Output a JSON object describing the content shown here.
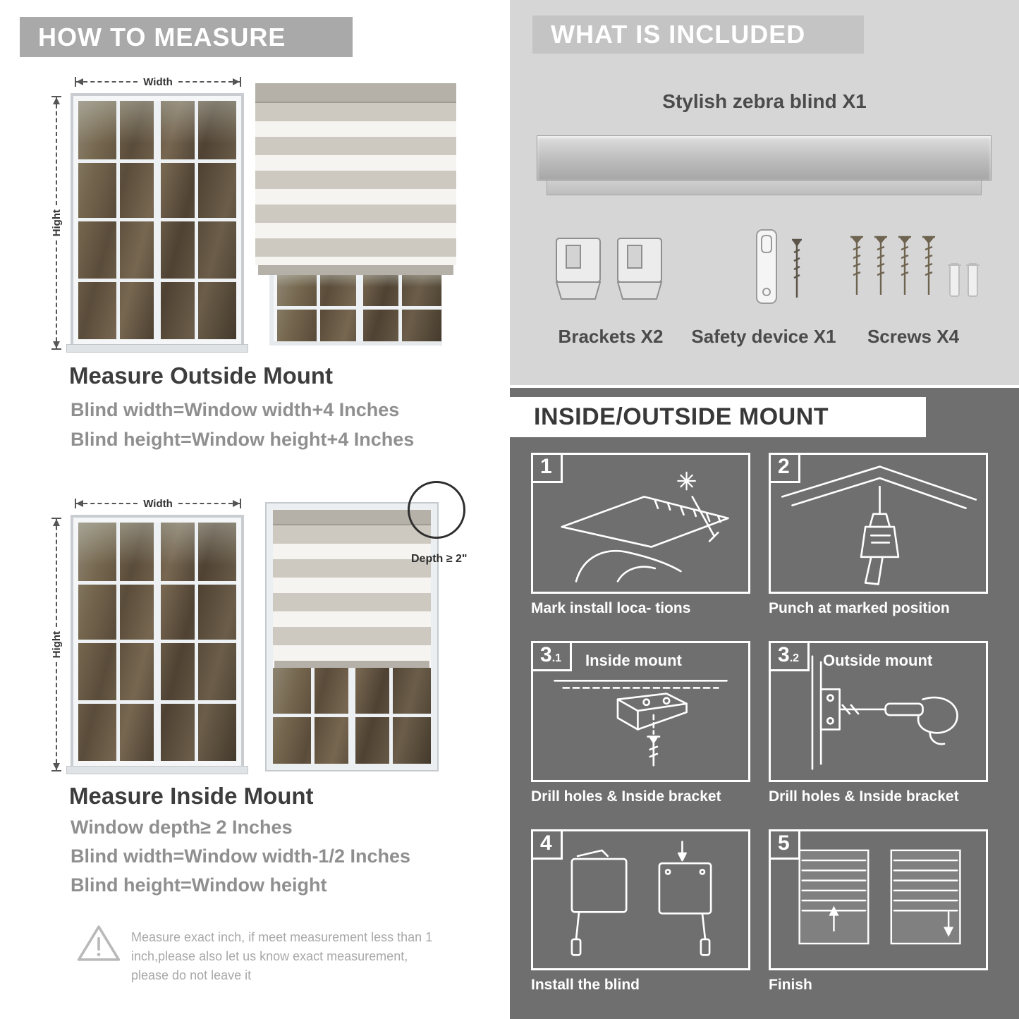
{
  "left": {
    "banner": "HOW TO MEASURE",
    "outside": {
      "width_label": "Width",
      "height_label": "Hight",
      "heading": "Measure Outside Mount",
      "lines": [
        "Blind width=Window width+4 Inches",
        "Blind height=Window height+4 Inches"
      ]
    },
    "inside": {
      "width_label": "Width",
      "height_label": "Hight",
      "depth_callout": "Depth ≥ 2\"",
      "heading": "Measure Inside Mount",
      "lines": [
        "Window depth≥ 2 Inches",
        "Blind width=Window width-1/2 Inches",
        "Blind height=Window height"
      ]
    },
    "warning": {
      "text": "Measure exact inch, if meet measurement less than 1 inch,please also let us know exact measurement, please do not leave it"
    }
  },
  "right": {
    "included": {
      "banner": "WHAT IS INCLUDED",
      "product_label": "Stylish zebra blind X1",
      "items": [
        {
          "label": "Brackets X2"
        },
        {
          "label": "Safety device X1"
        },
        {
          "label": "Screws X4"
        }
      ]
    },
    "mount": {
      "banner": "INSIDE/OUTSIDE MOUNT",
      "steps": [
        {
          "num": "1",
          "sub": "",
          "title": "",
          "caption": "Mark install loca- tions"
        },
        {
          "num": "2",
          "sub": "",
          "title": "",
          "caption": "Punch at  marked position"
        },
        {
          "num": "3",
          "sub": ".1",
          "title": "Inside mount",
          "caption": "Drill holes &  Inside bracket"
        },
        {
          "num": "3",
          "sub": ".2",
          "title": "Outside mount",
          "caption": "Drill holes &  Inside bracket"
        },
        {
          "num": "4",
          "sub": "",
          "title": "",
          "caption": "Install the blind"
        },
        {
          "num": "5",
          "sub": "",
          "title": "",
          "caption": "Finish"
        }
      ]
    }
  },
  "colors": {
    "banner_gray": "#a9a9a9",
    "included_bg": "#d6d6d6",
    "mount_bg": "#6f6f6f",
    "heading_dark": "#3d3d3d",
    "body_gray": "#8f8f8f"
  }
}
